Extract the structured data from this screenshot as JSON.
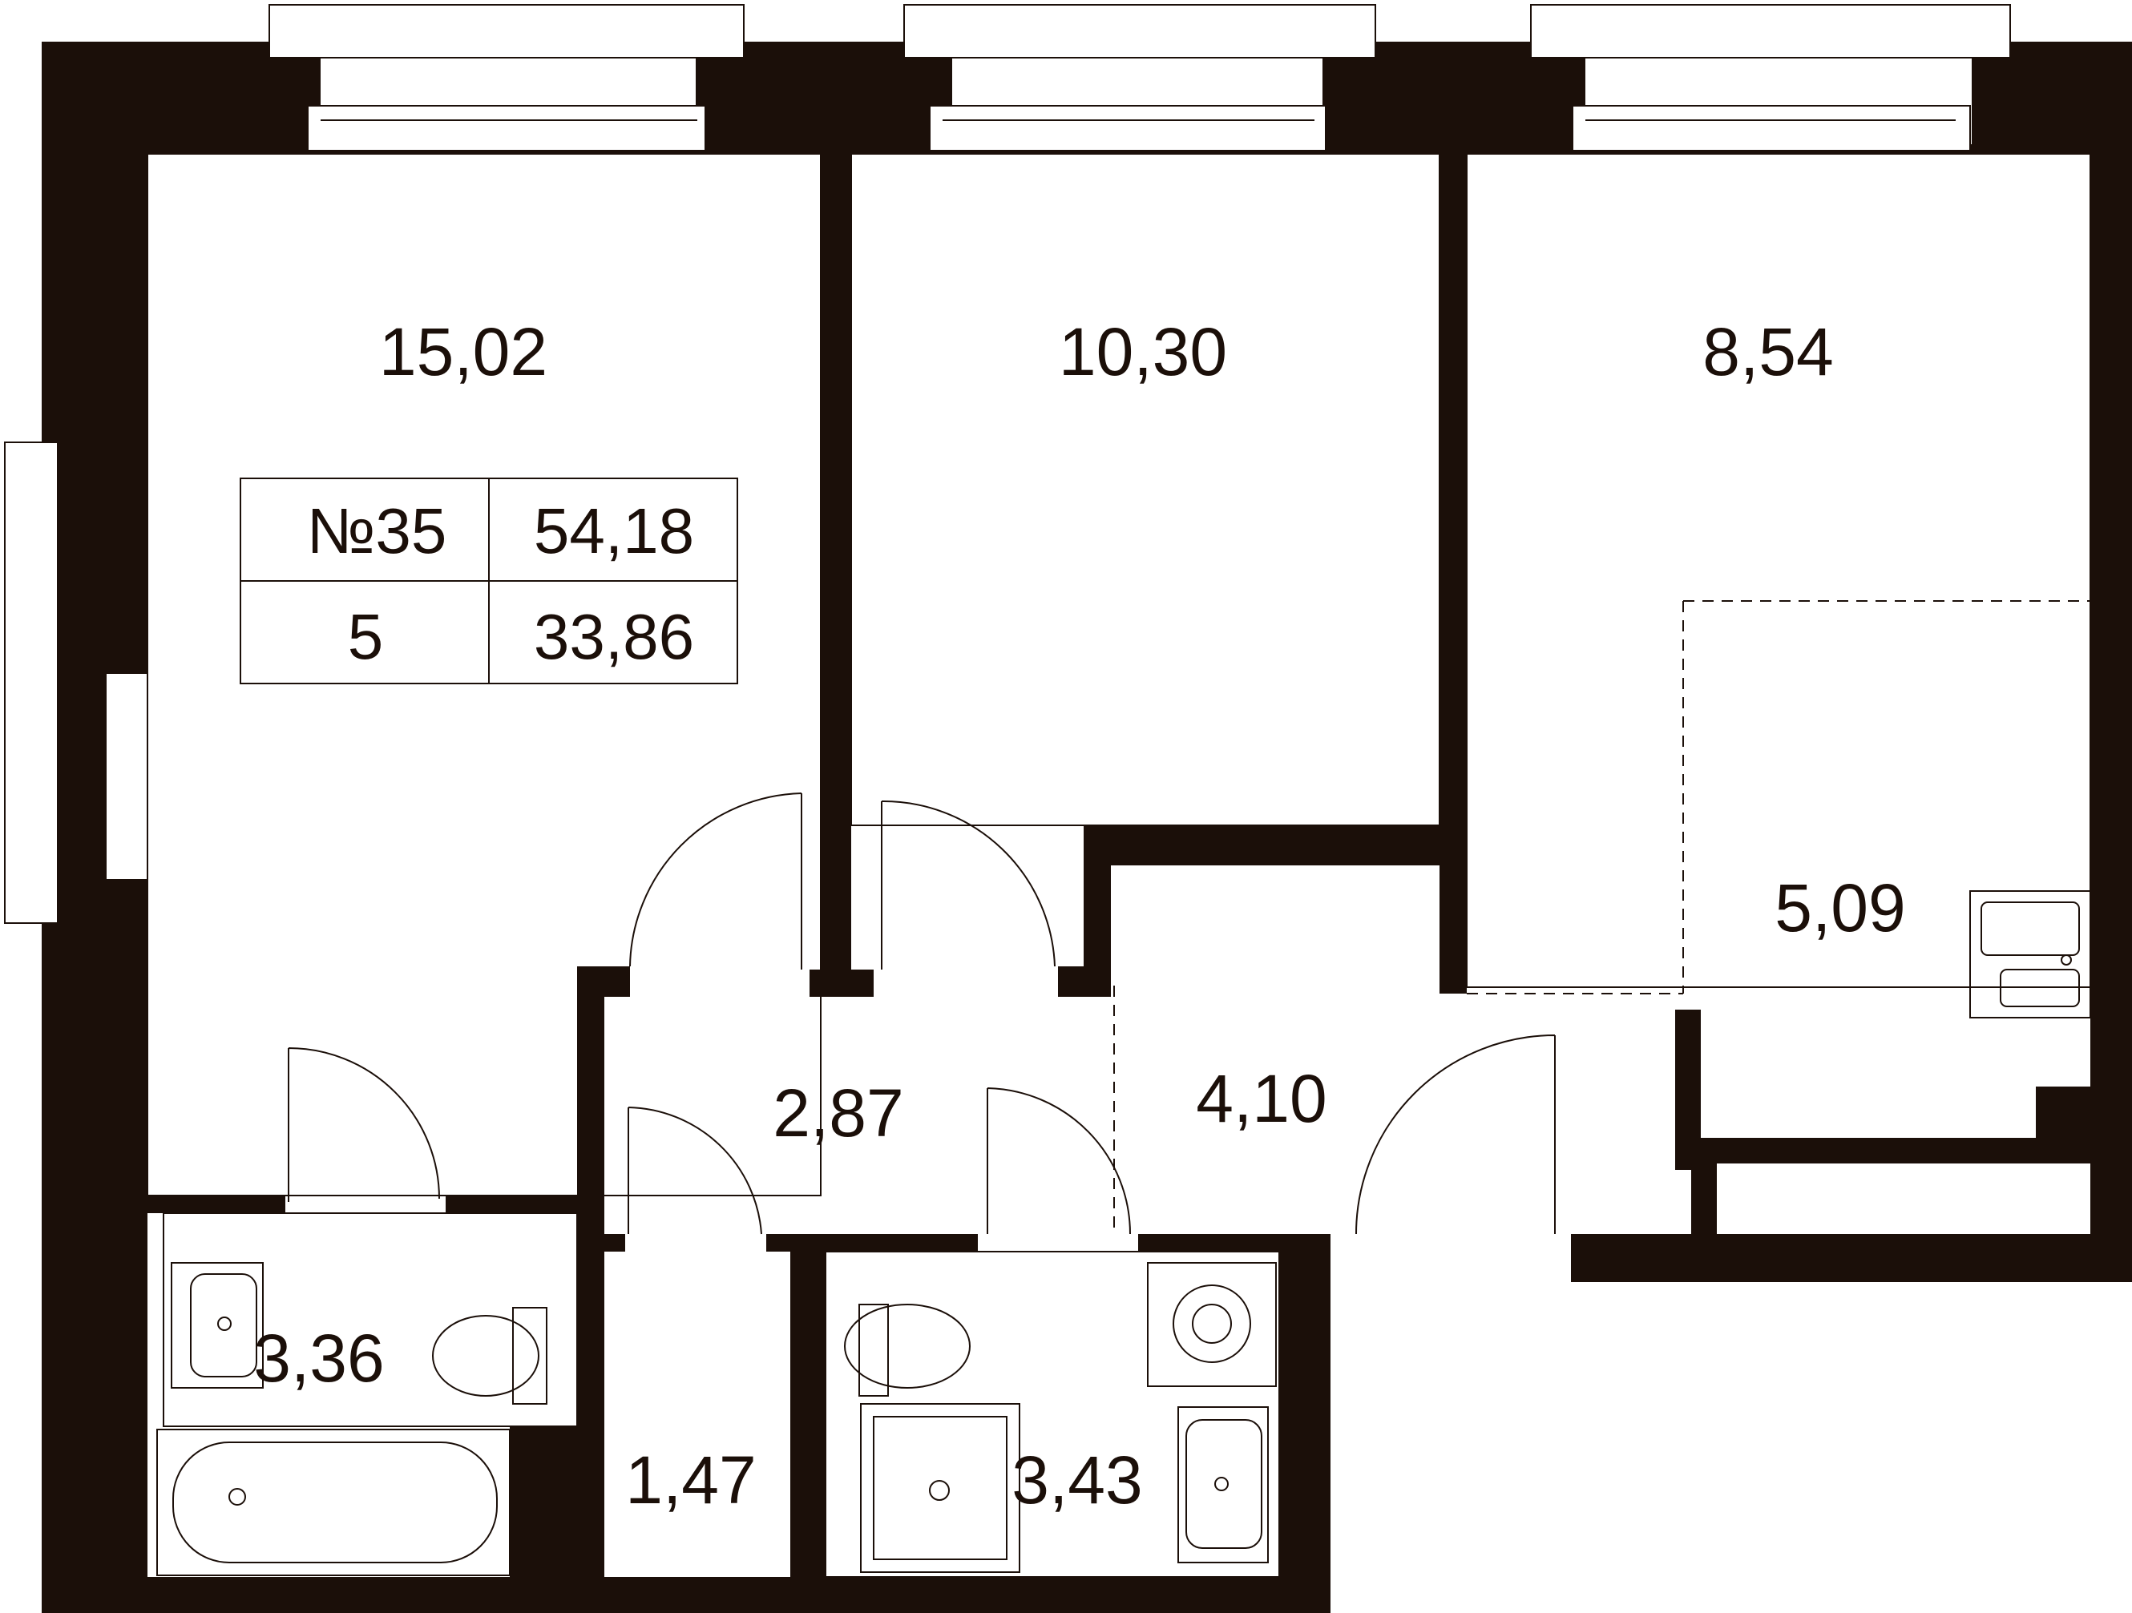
{
  "summary": {
    "number": "№35",
    "total_area": "54,18",
    "floor": "5",
    "living_area": "33,86"
  },
  "rooms": {
    "room_left": "15,02",
    "room_middle": "10,30",
    "room_right": "8,54",
    "kitchen": "5,09",
    "hall_right": "4,10",
    "corridor": "2,87",
    "bathroom_left": "3,36",
    "closet": "1,47",
    "bathroom_right": "3,43"
  },
  "colors": {
    "wall": "#1b0f09",
    "background": "#ffffff"
  }
}
